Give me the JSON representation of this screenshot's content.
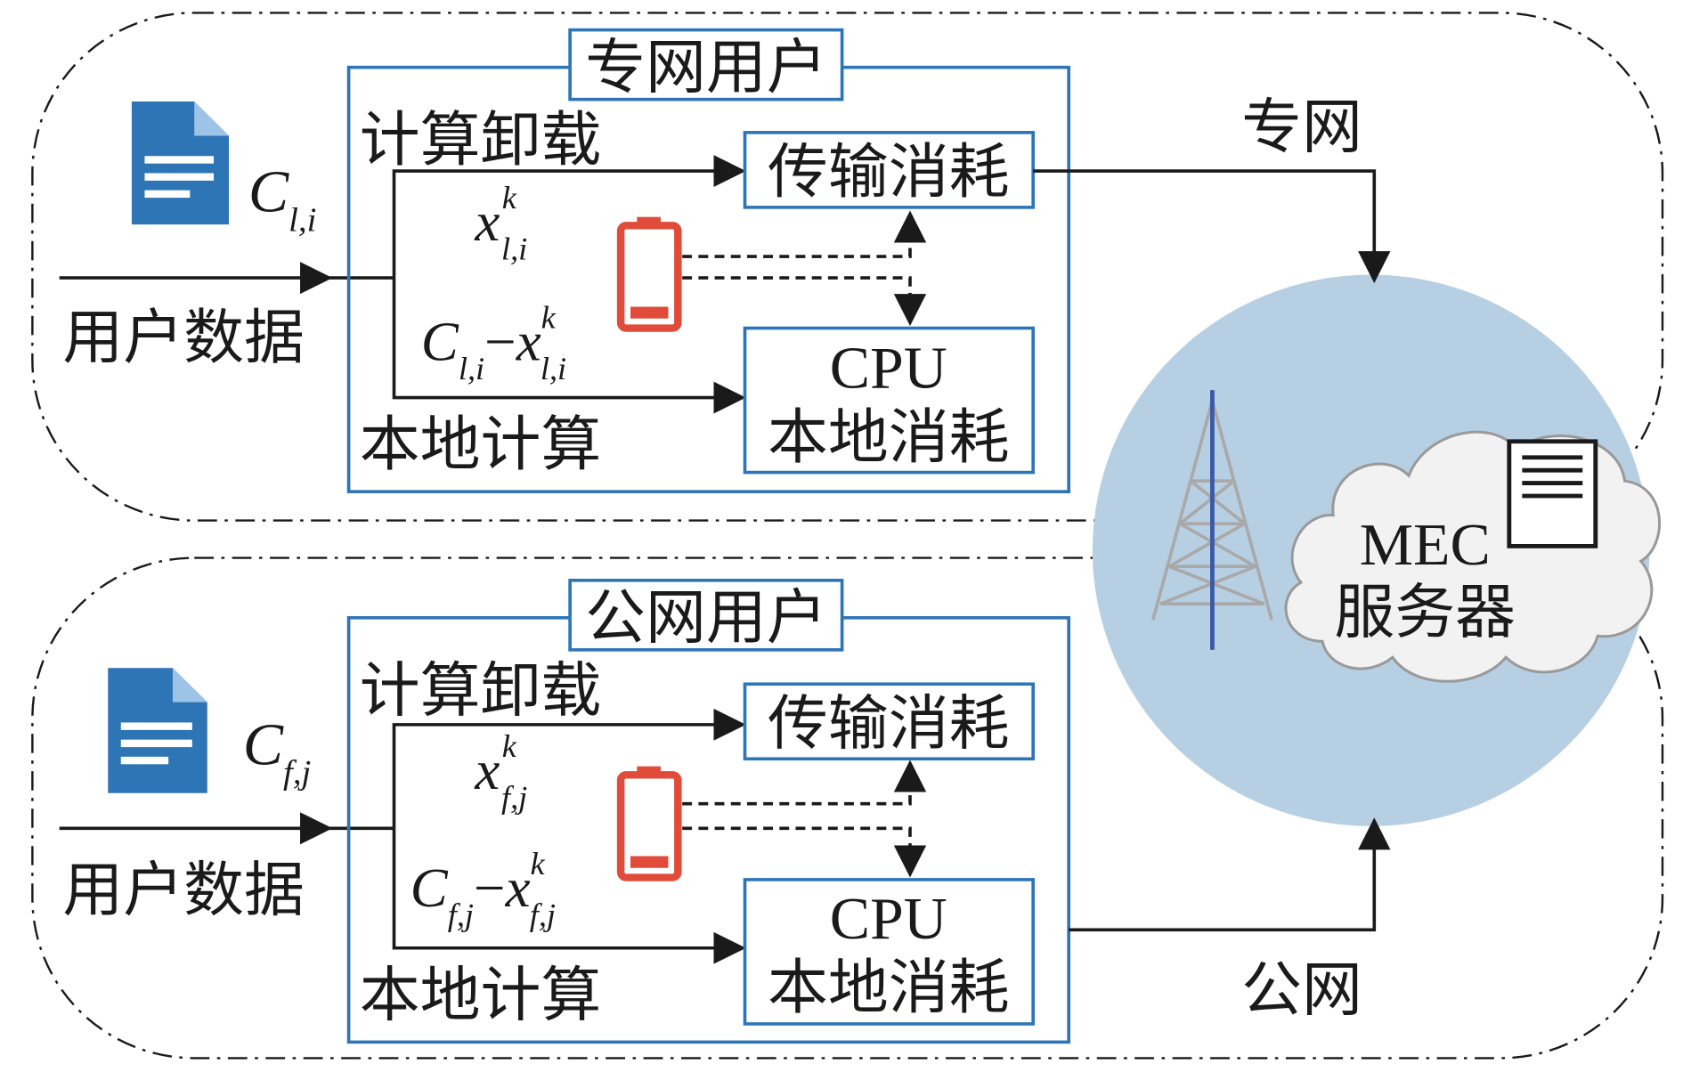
{
  "private_group": {
    "title": "专网用户",
    "user_data_label": "用户数据",
    "offload_label": "计算卸载",
    "local_label": "本地计算",
    "transmission_box_label": "传输消耗",
    "cpu_box_line1": "CPU",
    "cpu_box_line2": "本地消耗",
    "task_symbol": {
      "base": "C",
      "sub": "l,i"
    },
    "offload_symbol": {
      "base": "x",
      "sup": "k",
      "sub": "l,i"
    },
    "local_symbol": {
      "base1": "C",
      "sub1": "l,i",
      "op": "−",
      "base2": "x",
      "sup2": "k",
      "sub2": "l,i"
    }
  },
  "public_group": {
    "title": "公网用户",
    "user_data_label": "用户数据",
    "offload_label": "计算卸载",
    "local_label": "本地计算",
    "transmission_box_label": "传输消耗",
    "cpu_box_line1": "CPU",
    "cpu_box_line2": "本地消耗",
    "task_symbol": {
      "base": "C",
      "sub": "f,j"
    },
    "offload_symbol": {
      "base": "x",
      "sup": "k",
      "sub": "f,j"
    },
    "local_symbol": {
      "base1": "C",
      "sub1": "f,j",
      "op": "−",
      "base2": "x",
      "sup2": "k",
      "sub2": "f,j"
    }
  },
  "links": {
    "private_network_label": "专网",
    "public_network_label": "公网"
  },
  "server": {
    "line1": "MEC",
    "line2": "服务器"
  },
  "icons": {
    "document": "document-icon",
    "battery": "battery-icon",
    "tower": "cell-tower-icon",
    "server": "server-icon",
    "cloud": "cloud-icon"
  },
  "colors": {
    "box_border": "#2e75b6",
    "document_blue": "#2e75b6",
    "battery_red": "#e04b3a",
    "server_circle": "#b7cfe3",
    "line": "#1a1a1a"
  }
}
